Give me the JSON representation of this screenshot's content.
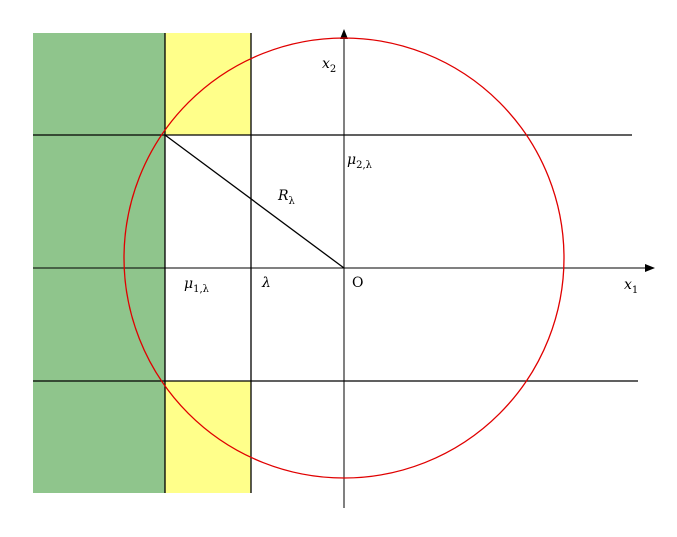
{
  "diagram": {
    "labels": {
      "x1": {
        "base": "x",
        "sub": "1"
      },
      "x2": {
        "base": "x",
        "sub": "2"
      },
      "origin": "O",
      "lambda": "λ",
      "mu1": {
        "base": "μ",
        "sub": "1,λ"
      },
      "mu2": {
        "base": "μ",
        "sub": "2,λ"
      },
      "radius": {
        "base": "R",
        "sub": "λ"
      }
    },
    "colors": {
      "green_region": "#8fc58c",
      "yellow_region": "#ffff8a",
      "circle": "#e00000",
      "lines": "#000000"
    }
  }
}
